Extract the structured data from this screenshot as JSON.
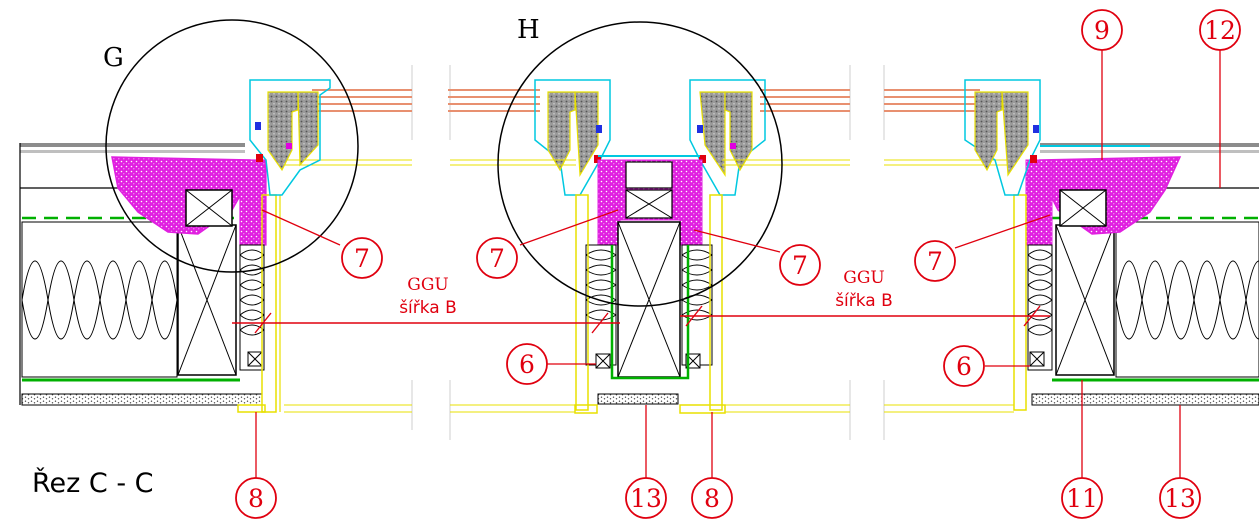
{
  "drawing": {
    "section_title": "Řez C - C",
    "detail_labels": {
      "g": "G",
      "h": "H"
    },
    "dimension_labels": {
      "left": {
        "line1": "GGU",
        "line2": "šířka B"
      },
      "right": {
        "line1": "GGU",
        "line2": "šířka B"
      }
    },
    "callouts": [
      "7",
      "7",
      "7",
      "7",
      "6",
      "6",
      "8",
      "8",
      "9",
      "12",
      "11",
      "13",
      "13"
    ],
    "colors": {
      "callout_red": "#e0000f",
      "outline_yellow": "#e8e000",
      "insulation_magenta": "#e020e0",
      "membrane_green": "#00b000",
      "glass_cyan": "#00c8e0",
      "glazing_salmon": "#e89070",
      "profile_gray": "#8c8c8c"
    }
  }
}
